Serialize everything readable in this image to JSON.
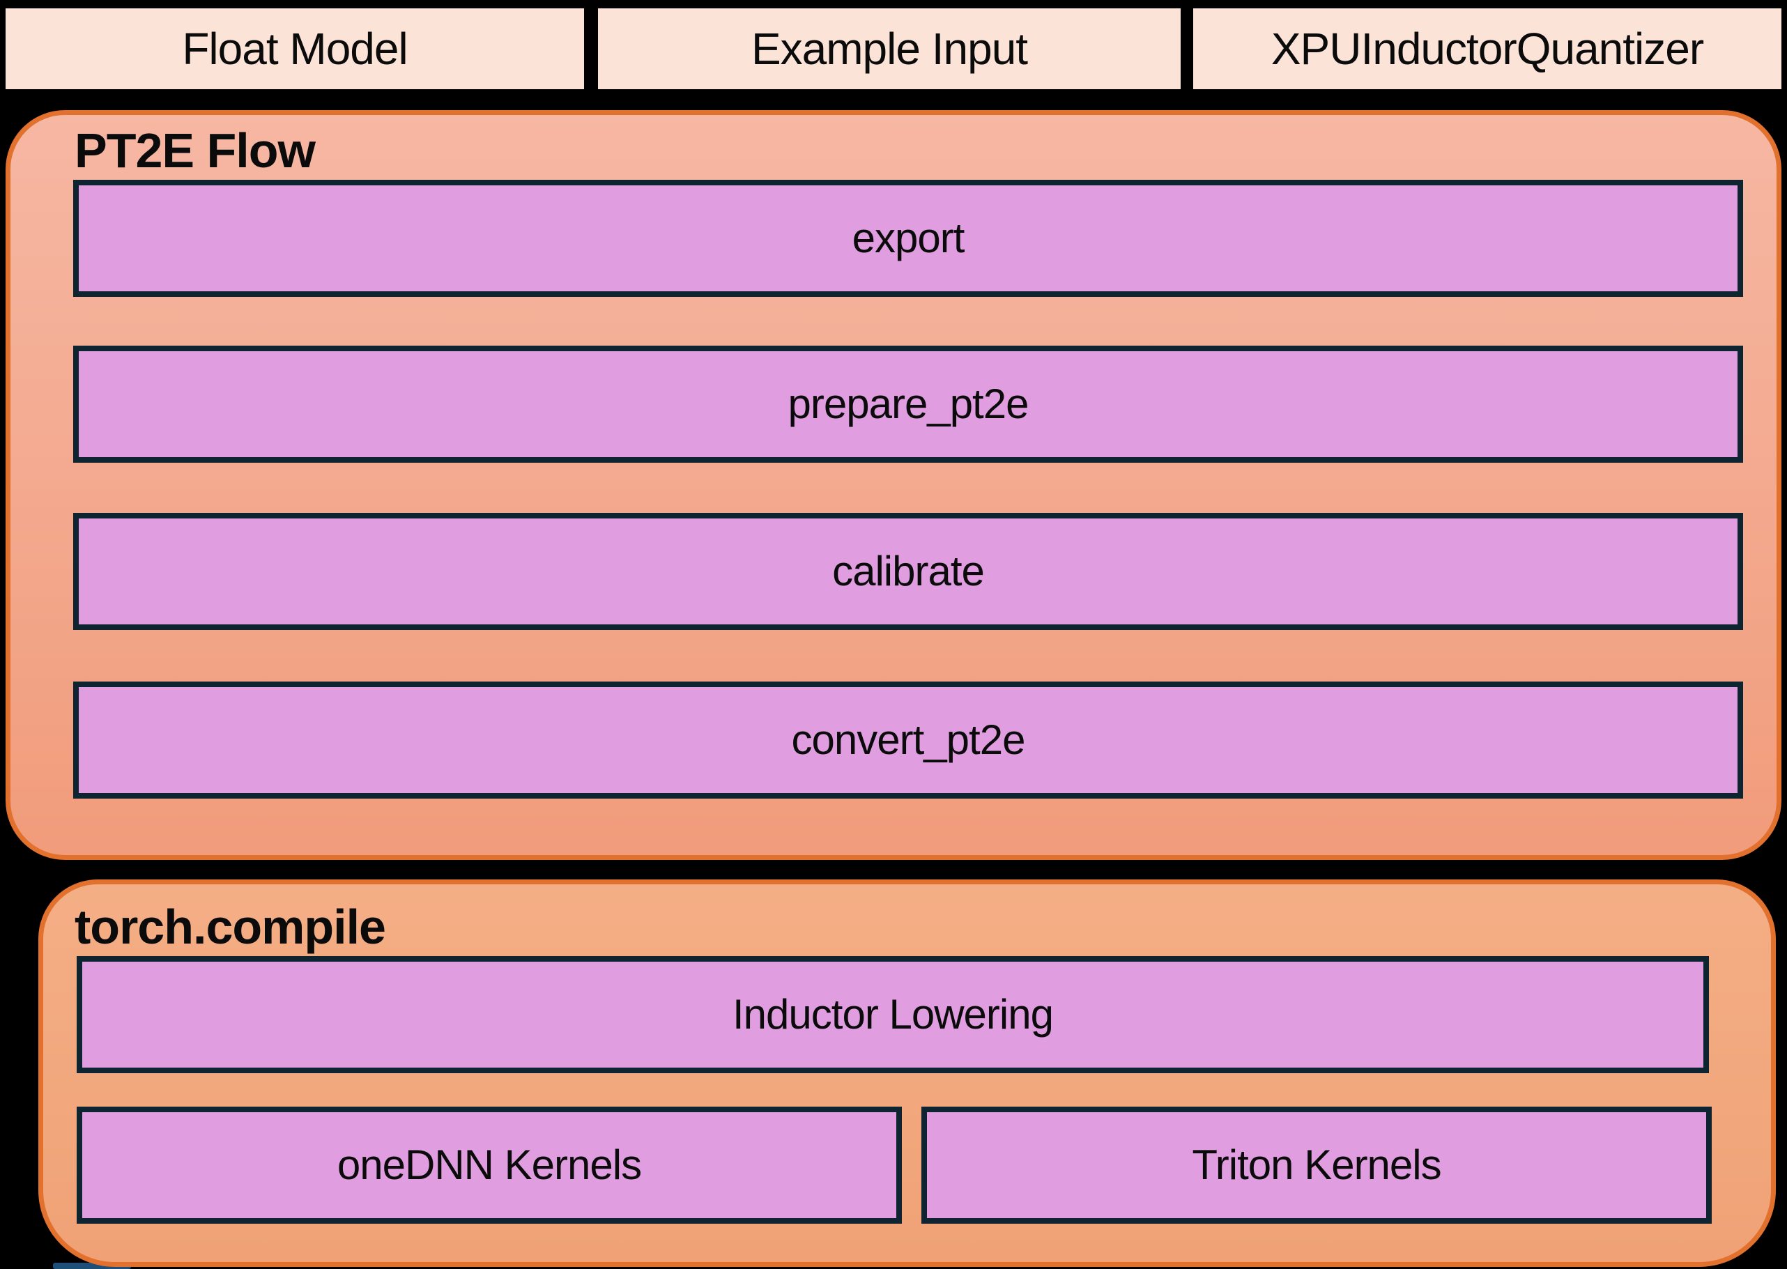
{
  "top_row": {
    "items": [
      {
        "label": "Float Model"
      },
      {
        "label": "Example Input"
      },
      {
        "label": "XPUInductorQuantizer"
      }
    ]
  },
  "pt2e": {
    "title": "PT2E Flow",
    "steps": [
      {
        "label": "export"
      },
      {
        "label": "prepare_pt2e"
      },
      {
        "label": "calibrate"
      },
      {
        "label": "convert_pt2e"
      }
    ]
  },
  "torch_compile": {
    "title": "torch.compile",
    "lowering": {
      "label": "Inductor Lowering"
    },
    "kernels": [
      {
        "label": "oneDNN Kernels"
      },
      {
        "label": "Triton Kernels"
      }
    ]
  },
  "colors": {
    "bg": "#000000",
    "container_border": "#e2712e",
    "pt2e_fill_top": "#f6b7a3",
    "pt2e_fill_bottom": "#f19c7b",
    "torch_fill_top": "#f4ae85",
    "torch_fill_bottom": "#f0a276",
    "step_fill": "#e09de0",
    "step_border": "#0e2430",
    "top_box_fill": "#fce3d7",
    "text": "#0b0b0b",
    "blue_accent": "#1f4e79"
  }
}
